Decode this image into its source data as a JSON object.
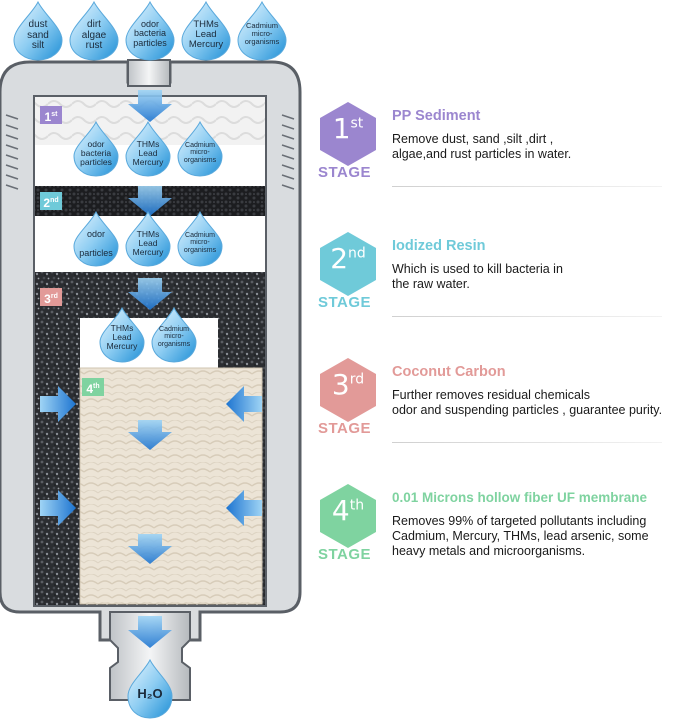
{
  "top_drops": [
    {
      "lines": [
        "dust",
        "sand",
        "silt"
      ]
    },
    {
      "lines": [
        "dirt",
        "algae",
        "rust"
      ]
    },
    {
      "lines": [
        "odor",
        "bacteria",
        "particles"
      ]
    },
    {
      "lines": [
        "THMs",
        "Lead",
        "Mercury"
      ]
    },
    {
      "lines": [
        "Cadmium",
        "micro-",
        "organisms"
      ]
    }
  ],
  "layer1_drops": [
    {
      "lines": [
        "odor",
        "bacteria",
        "particles"
      ]
    },
    {
      "lines": [
        "THMs",
        "Lead",
        "Mercury"
      ]
    },
    {
      "lines": [
        "Cadmium",
        "micro-",
        "organisms"
      ]
    }
  ],
  "layer2_drops": [
    {
      "lines": [
        "odor",
        "",
        "particles"
      ]
    },
    {
      "lines": [
        "THMs",
        "Lead",
        "Mercury"
      ]
    },
    {
      "lines": [
        "Cadmium",
        "micro-",
        "organisms"
      ]
    }
  ],
  "layer3_drops": [
    {
      "lines": [
        "THMs",
        "Lead",
        "Mercury"
      ]
    },
    {
      "lines": [
        "Cadmium",
        "micro-",
        "organisms"
      ]
    }
  ],
  "bottom_drop": {
    "label": "H₂O"
  },
  "badges": [
    {
      "num": "1",
      "suffix": "st"
    },
    {
      "num": "2",
      "suffix": "nd"
    },
    {
      "num": "3",
      "suffix": "rd"
    },
    {
      "num": "4",
      "suffix": "th"
    }
  ],
  "stages": [
    {
      "num": "1",
      "suffix": "st",
      "word": "STAGE",
      "title": "PP Sediment",
      "desc": [
        "Remove dust, sand ,silt ,dirt ,",
        "algae,and rust particles in water."
      ],
      "color": "#9b86cf"
    },
    {
      "num": "2",
      "suffix": "nd",
      "word": "STAGE",
      "title": "Iodized Resin",
      "desc": [
        "Which is used to kill bacteria in",
        "the raw water."
      ],
      "color": "#6fcad9"
    },
    {
      "num": "3",
      "suffix": "rd",
      "word": "STAGE",
      "title": "Coconut Carbon",
      "desc": [
        "Further removes residual chemicals",
        " odor and suspending particles , guarantee purity."
      ],
      "color": "#e29a98"
    },
    {
      "num": "4",
      "suffix": "th",
      "word": "STAGE",
      "title": "0.01 Microns hollow fiber UF membrane",
      "desc": [
        "Removes 99% of targeted pollutants including",
        " Cadmium, Mercury, THMs, lead arsenic, some",
        "heavy metals and microorganisms."
      ],
      "color": "#7fd3a0"
    }
  ]
}
